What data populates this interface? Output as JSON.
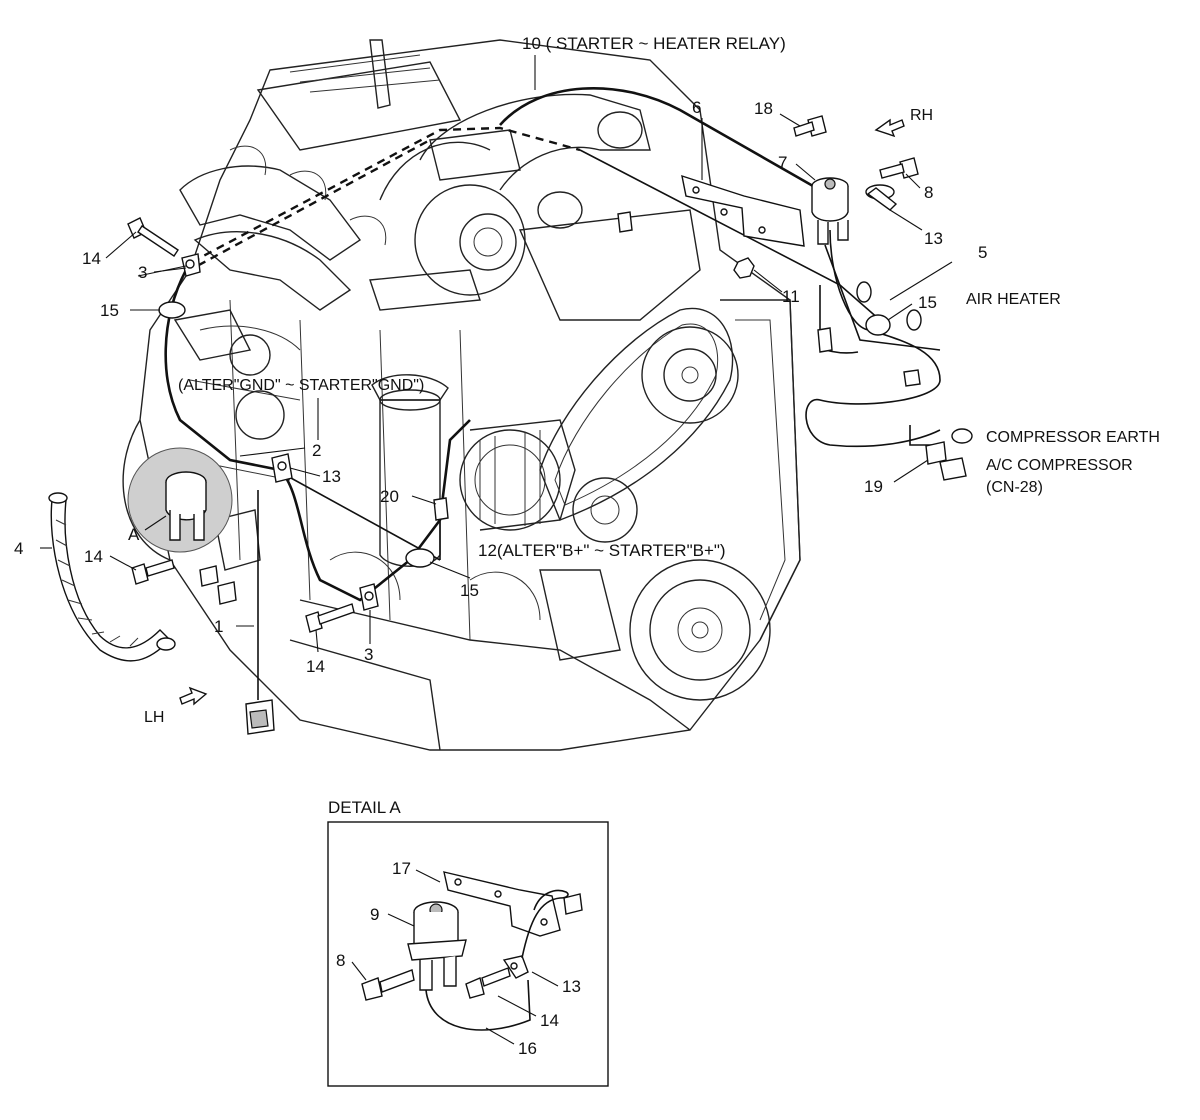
{
  "callouts": {
    "c1": "1",
    "c2": "2",
    "c3a": "3",
    "c3b": "3",
    "c4": "4",
    "c5": "5",
    "c6": "6",
    "c7": "7",
    "c8": "8",
    "c10": "10 ( STARTER ~ HEATER RELAY)",
    "c11": "11",
    "c12": "12(ALTER\"B+\" ~ STARTER\"B+\")",
    "c13a": "13",
    "c13b": "13",
    "c14a": "14",
    "c14b": "14",
    "c14c": "14",
    "c15a": "15",
    "c15b": "15",
    "c15c": "15",
    "c18": "18",
    "c19": "19",
    "c20": "20",
    "cA": "A"
  },
  "labels": {
    "alter_gnd": "(ALTER\"GND\" ~ STARTER\"GND\")",
    "air_heater": "AIR HEATER",
    "compressor_earth": "COMPRESSOR EARTH",
    "ac_compressor": "A/C COMPRESSOR",
    "ac_connector": "(CN-28)",
    "rh": "RH",
    "lh": "LH"
  },
  "detail": {
    "title": "DETAIL A",
    "c8": "8",
    "c9": "9",
    "c13": "13",
    "c14": "14",
    "c16": "16",
    "c17": "17"
  }
}
